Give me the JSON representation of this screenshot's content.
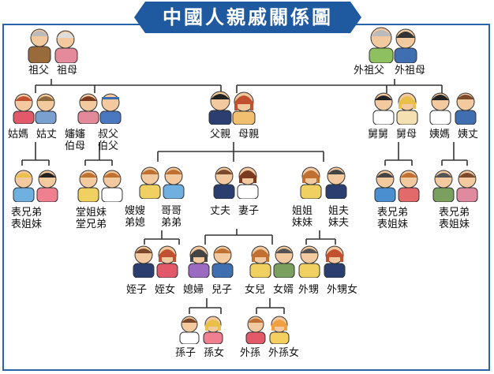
{
  "title": "中國人親戚關係圖",
  "colors": {
    "accent": "#2a63a8",
    "line": "#333333",
    "text": "#111111"
  },
  "labels": {
    "grandfather": "祖父",
    "grandmother": "祖母",
    "maternal_grandfather": "外祖父",
    "maternal_grandmother": "外祖母",
    "paternal_aunt": "姑媽",
    "paternal_aunt_husband": "姑丈",
    "uncle_wife": "嬸嬸",
    "elder_uncle_wife": "伯母",
    "uncle": "叔父",
    "elder_uncle": "伯父",
    "father": "父親",
    "mother": "母親",
    "maternal_uncle": "舅舅",
    "maternal_uncle_wife": "舅母",
    "maternal_aunt": "姨媽",
    "maternal_aunt_husband": "姨丈",
    "cousin_paternal_aunt_male": "表兄弟",
    "cousin_paternal_aunt_female": "表姐妹",
    "cousin_uncle_female": "堂姐妹",
    "cousin_uncle_male": "堂兄弟",
    "elder_brother_wife": "嫂嫂",
    "younger_brother_wife": "弟媳",
    "elder_brother": "哥哥",
    "younger_brother": "弟弟",
    "husband": "丈夫",
    "wife": "妻子",
    "elder_sister": "姐姐",
    "younger_sister": "妹妹",
    "elder_sister_husband": "姐夫",
    "younger_sister_husband": "妹夫",
    "cousin_maternal_uncle_male": "表兄弟",
    "cousin_maternal_uncle_female": "表姐妹",
    "cousin_maternal_aunt_male": "表兄弟",
    "cousin_maternal_aunt_female": "表姐妹",
    "nephew": "姪子",
    "niece": "姪女",
    "daughter_in_law": "媳婦",
    "son": "兒子",
    "daughter": "女兒",
    "son_in_law": "女婿",
    "sister_son": "外甥",
    "sister_daughter": "外甥女",
    "grandson": "孫子",
    "granddaughter": "孫女",
    "daughter_son": "外孫",
    "daughter_daughter": "外孫女"
  }
}
